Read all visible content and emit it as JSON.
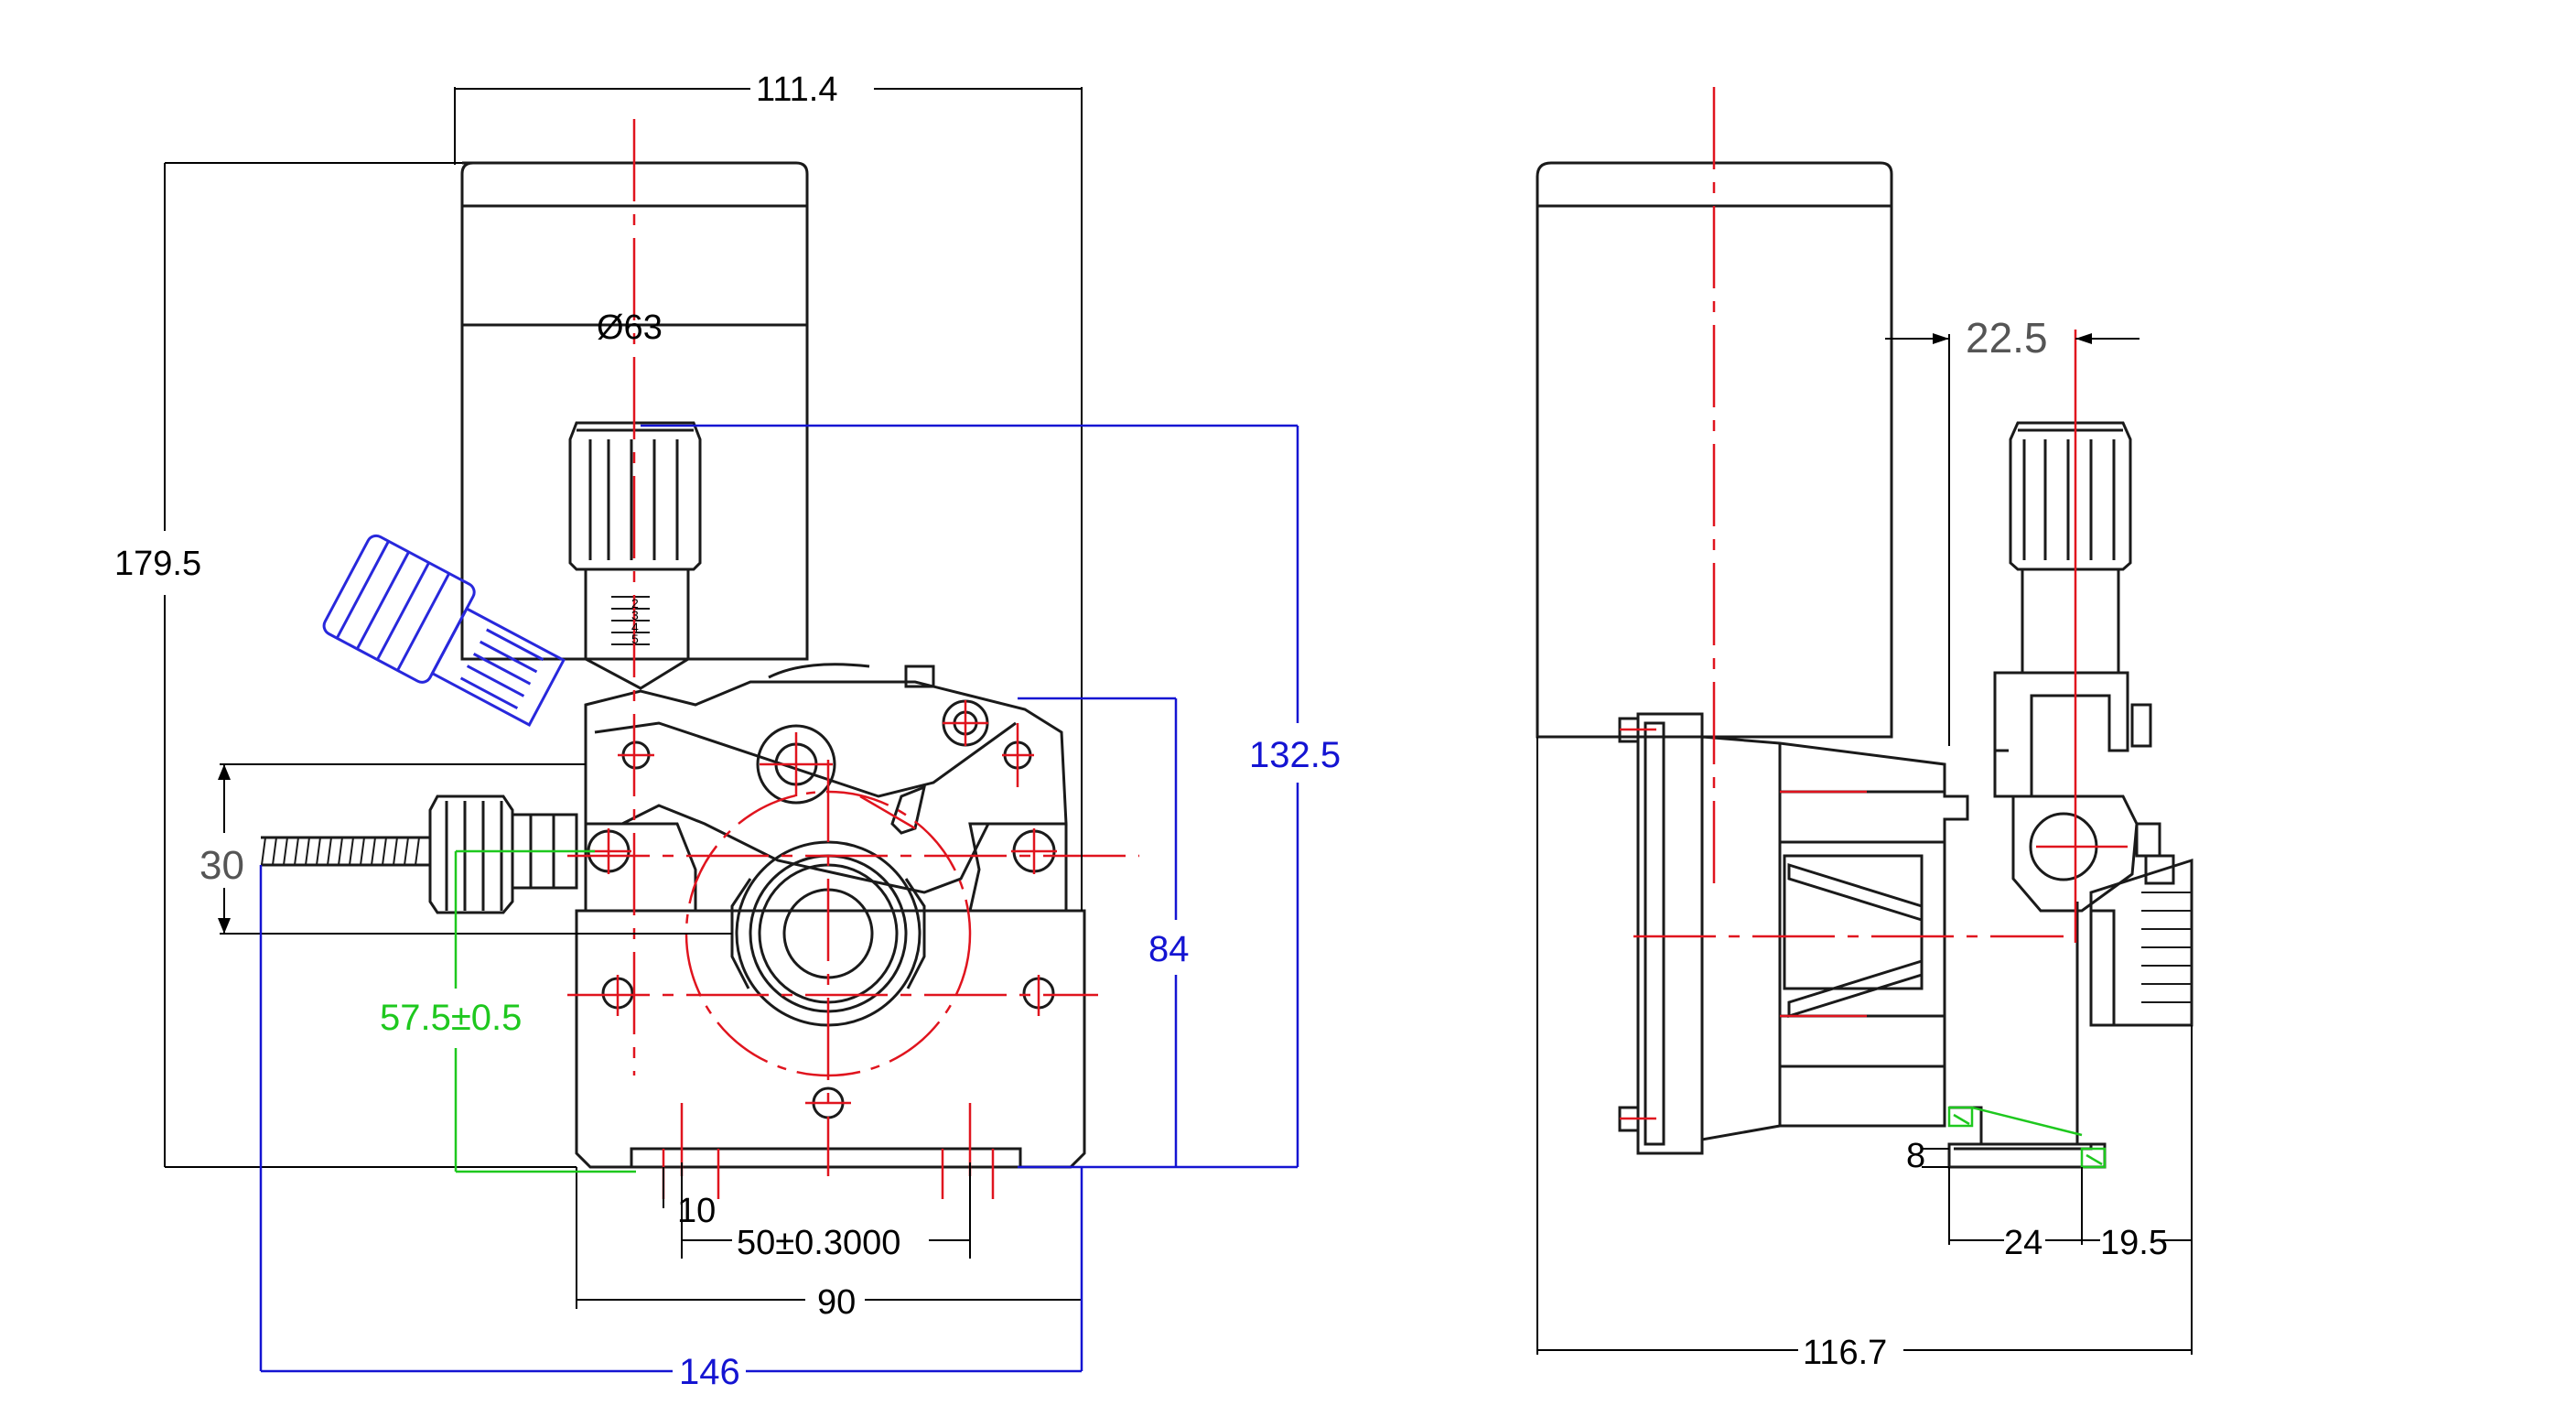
{
  "front_view": {
    "width_overall": "111.4",
    "height_overall": "179.5",
    "motor_diameter": "Ø63",
    "height_to_top_knob": "132.5",
    "height_to_mount": "84",
    "guide_spacing": "30",
    "offset_vertical": "57.5±0.5",
    "tick_10": "10",
    "hole_spacing": "50±0.3000",
    "base_width": "90",
    "total_width": "146",
    "scale_labels": [
      "2",
      "3",
      "4",
      "5"
    ]
  },
  "side_view": {
    "offset_top": "22.5",
    "foot_thickness": "8",
    "foot_length": "24",
    "foot_offset": "19.5",
    "depth_overall": "116.7"
  },
  "colors": {
    "outline": "#1a1a1a",
    "centerline": "#e0141e",
    "dim_black": "#000000",
    "dim_blue": "#1414d2",
    "dim_green": "#1ec81e",
    "part_blue": "#2828dc",
    "gray_text": "#555555"
  }
}
